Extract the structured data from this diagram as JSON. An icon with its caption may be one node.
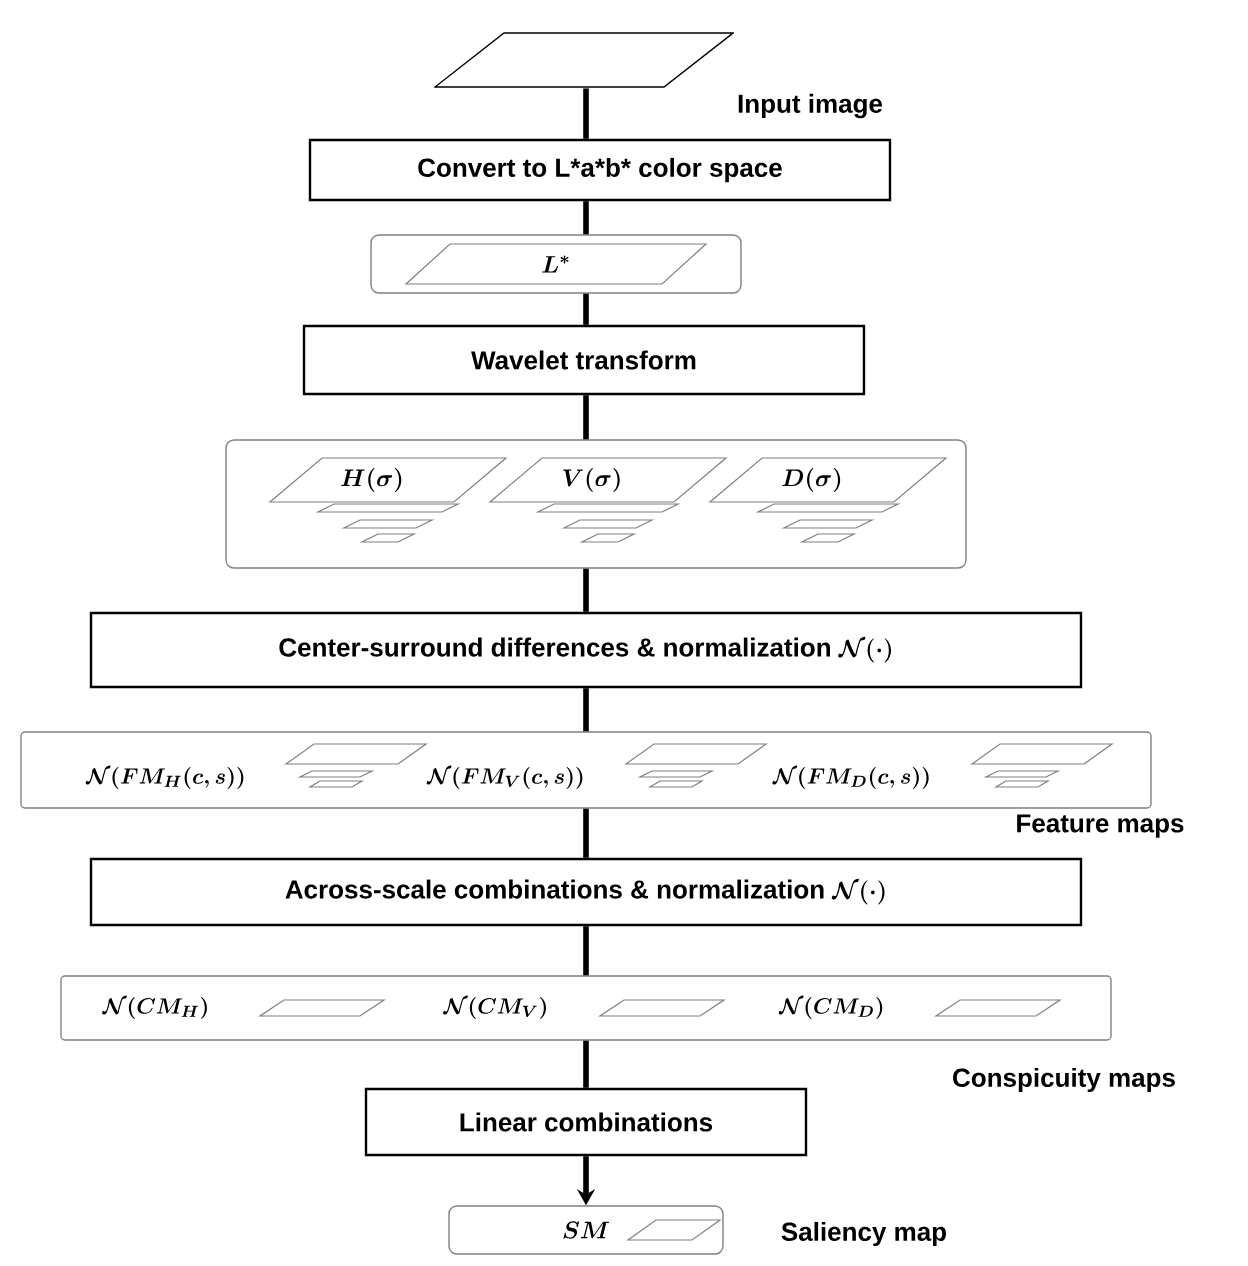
{
  "diagram": {
    "nodes": [
      {
        "text": [],
        "shape": "parallelogram",
        "beside": [
          "Input image"
        ]
      },
      {
        "text": [
          "Convert to L*a*b* color space"
        ]
      },
      {
        "text": [
          "L^*"
        ]
      },
      {
        "text": [
          "Wavelet transform"
        ]
      },
      {
        "text": [],
        "shape": "box"
      },
      {
        "text": [
          "H(\\sigma)"
        ],
        "in": 4
      },
      {
        "text": [
          "V(\\sigma)"
        ],
        "in": 4
      },
      {
        "text": [
          "D(\\sigma)"
        ],
        "in": 4
      },
      {
        "text": [
          "Center-surround differences & normalization",
          "\\mathcal{N}(\\cdot)"
        ]
      },
      {
        "text": [],
        "shape": "box",
        "beside": [
          "Feature maps"
        ]
      },
      {
        "text": [
          "\\mathcal{N}(FM_H(c,s))"
        ],
        "in": 9
      },
      {
        "text": [
          "\\mathcal{N}(FM_V(c,s))"
        ],
        "in": 9
      },
      {
        "text": [
          "\\mathcal{N}(FM_D(c,s))"
        ],
        "in": 9
      },
      {
        "text": [
          "Across-scale combinations & normalization",
          "\\mathcal{N}(\\cdot)"
        ]
      },
      {
        "text": [],
        "shape": "box",
        "beside": [
          "Conspicuity maps"
        ]
      },
      {
        "text": [
          "\\mathcal{N}(CM_H)"
        ],
        "in": 14
      },
      {
        "text": [
          "\\mathcal{N}(CM_V)"
        ],
        "in": 14
      },
      {
        "text": [
          "\\mathcal{N}(CM_D)"
        ],
        "in": 14
      },
      {
        "text": [
          "Linear combinations"
        ]
      },
      {
        "text": [
          "SM"
        ],
        "beside": [
          "Saliency map"
        ]
      }
    ],
    "edges": [
      {
        "from": 0,
        "to": 1,
        "arrow": "none"
      },
      {
        "from": 1,
        "to": 2,
        "arrow": "none"
      },
      {
        "from": 2,
        "to": 3,
        "arrow": "none"
      },
      {
        "from": 3,
        "to": 4,
        "arrow": "none"
      },
      {
        "from": 4,
        "to": 8,
        "arrow": "none"
      },
      {
        "from": 8,
        "to": 9,
        "arrow": "none"
      },
      {
        "from": 9,
        "to": 13,
        "arrow": "none"
      },
      {
        "from": 13,
        "to": 14,
        "arrow": "none"
      },
      {
        "from": 14,
        "to": 18,
        "arrow": "none"
      },
      {
        "from": 18,
        "to": 19,
        "arrow": "to"
      }
    ]
  }
}
